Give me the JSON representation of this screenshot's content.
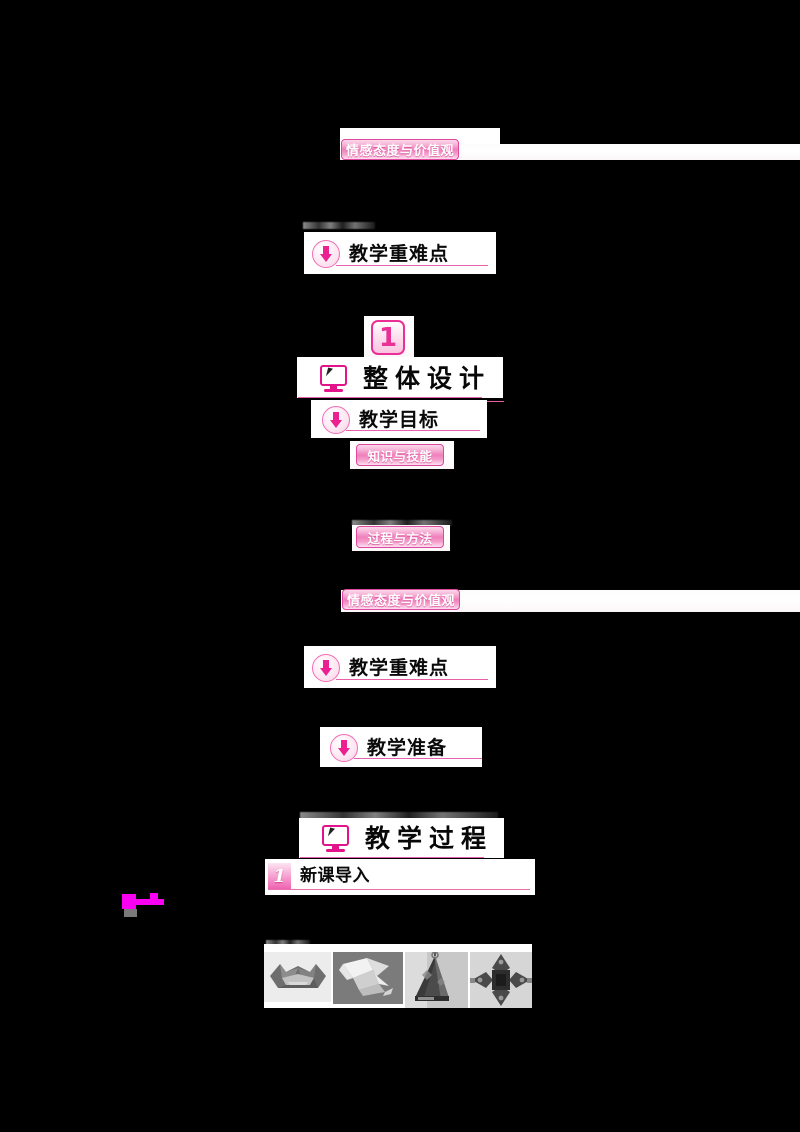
{
  "document": {
    "background_color": "#000000",
    "paper_color": "#ffffff",
    "accent_pink": "#ea2f96",
    "accent_pink_light": "#f7b6d8",
    "rule_color": "#e45fa9"
  },
  "blocks": {
    "top_badge": {
      "label": "情感态度与价值观"
    },
    "top_section": {
      "label": "教学重难点",
      "icon": "down-arrow-circle-icon"
    },
    "chapter_number": {
      "value": "1"
    },
    "chapter_one": {
      "label": "整体设计",
      "icon": "monitor-cursor-icon"
    },
    "objectives_section": {
      "label": "教学目标",
      "icon": "down-arrow-circle-icon"
    },
    "objective_badges": [
      {
        "label": "知识与技能"
      },
      {
        "label": "过程与方法"
      },
      {
        "label": "情感态度与价值观"
      }
    ],
    "key_points_section": {
      "label": "教学重难点",
      "icon": "down-arrow-circle-icon"
    },
    "preparation_section": {
      "label": "教学准备",
      "icon": "down-arrow-circle-icon"
    },
    "chapter_two": {
      "label": "教学过程",
      "icon": "monitor-cursor-icon"
    },
    "step_one": {
      "number": "1",
      "label": "新课导入"
    }
  },
  "figures": {
    "caption_artifact": "",
    "items": [
      {
        "name": "origami-paper-boat",
        "alt": "折纸船"
      },
      {
        "name": "origami-paper-crane",
        "alt": "折纸鹤"
      },
      {
        "name": "paper-lantern-pyramid",
        "alt": "纸灯笼"
      },
      {
        "name": "paper-cross-ornament",
        "alt": "纸十字饰件"
      }
    ]
  }
}
